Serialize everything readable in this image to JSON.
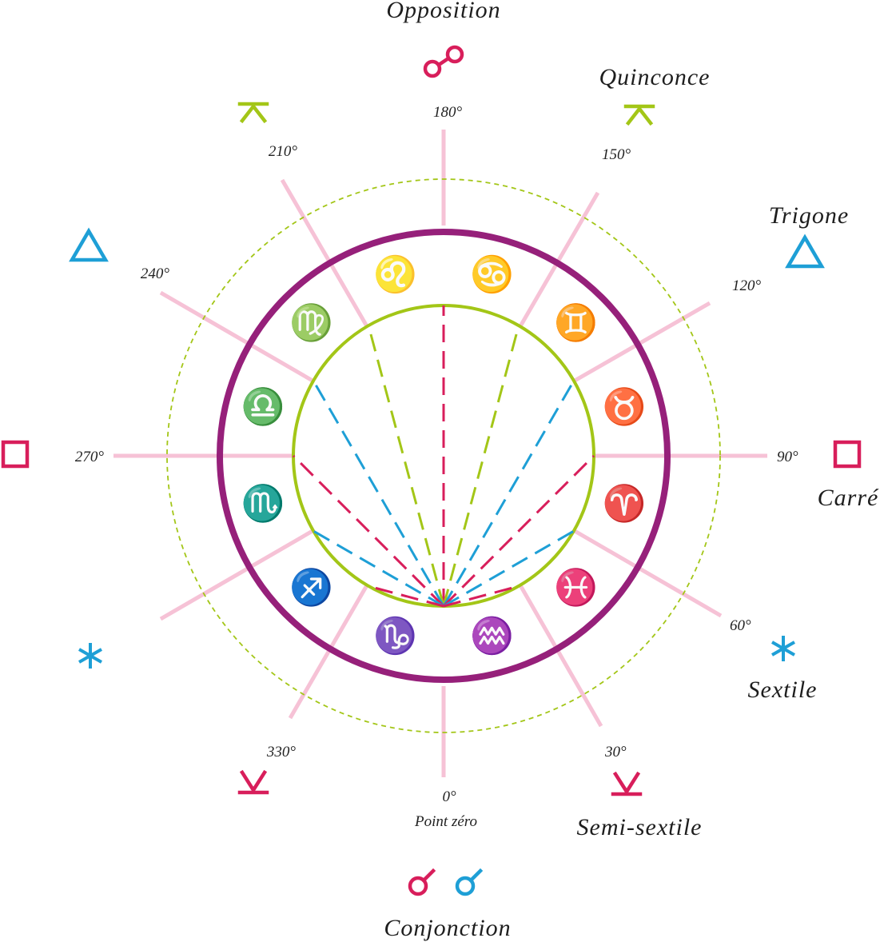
{
  "center_label": {
    "degree": "0°",
    "caption": "Point zéro"
  },
  "degrees": [
    {
      "id": "deg-30",
      "text": "30°"
    },
    {
      "id": "deg-60",
      "text": "60°"
    },
    {
      "id": "deg-90",
      "text": "90°"
    },
    {
      "id": "deg-120",
      "text": "120°"
    },
    {
      "id": "deg-150",
      "text": "150°"
    },
    {
      "id": "deg-180",
      "text": "180°"
    },
    {
      "id": "deg-210",
      "text": "210°"
    },
    {
      "id": "deg-240",
      "text": "240°"
    },
    {
      "id": "deg-270",
      "text": "270°"
    },
    {
      "id": "deg-330",
      "text": "330°"
    }
  ],
  "aspects": [
    {
      "id": "conjonction",
      "name": "Conjonction",
      "glyph": "conjunction-icon"
    },
    {
      "id": "semi-sextile",
      "name": "Semi-sextile",
      "glyph": "semi-sextile-icon"
    },
    {
      "id": "sextile",
      "name": "Sextile",
      "glyph": "sextile-icon"
    },
    {
      "id": "carre",
      "name": "Carré",
      "glyph": "square-icon"
    },
    {
      "id": "trigone",
      "name": "Trigone",
      "glyph": "trine-icon"
    },
    {
      "id": "quinconce",
      "name": "Quinconce",
      "glyph": "quincunx-icon"
    },
    {
      "id": "opposition",
      "name": "Opposition",
      "glyph": "opposition-icon"
    }
  ],
  "zodiac": [
    {
      "sign": "♓",
      "name": "pisces-icon",
      "color": "#1e9fd6"
    },
    {
      "sign": "♈",
      "name": "aries-icon",
      "color": "#e0245e"
    },
    {
      "sign": "♉",
      "name": "taurus-icon",
      "color": "#f08a1c"
    },
    {
      "sign": "♊",
      "name": "gemini-icon",
      "color": "#c4d8ee"
    },
    {
      "sign": "♋",
      "name": "cancer-icon",
      "color": "#1e9fd6"
    },
    {
      "sign": "♌",
      "name": "leo-icon",
      "color": "#e0245e"
    },
    {
      "sign": "♍",
      "name": "virgo-icon",
      "color": "#f08a1c"
    },
    {
      "sign": "♎",
      "name": "libra-icon",
      "color": "#c4d8ee"
    },
    {
      "sign": "♏",
      "name": "scorpio-icon",
      "color": "#1e9fd6"
    },
    {
      "sign": "♐",
      "name": "sagittarius-icon",
      "color": "#e0245e"
    },
    {
      "sign": "♑",
      "name": "capricorn-icon",
      "color": "#f08a1c"
    },
    {
      "sign": "♒",
      "name": "aquarius-icon",
      "color": "#c4d8ee"
    }
  ],
  "colors": {
    "outer_ring": "#96207a",
    "inner_ring": "#a3c617",
    "dashed_circle": "#a3c617",
    "radial_lines": "#f6c2d6",
    "crimson": "#d81e5b",
    "blue": "#1e9fd6",
    "green": "#a3c617"
  }
}
